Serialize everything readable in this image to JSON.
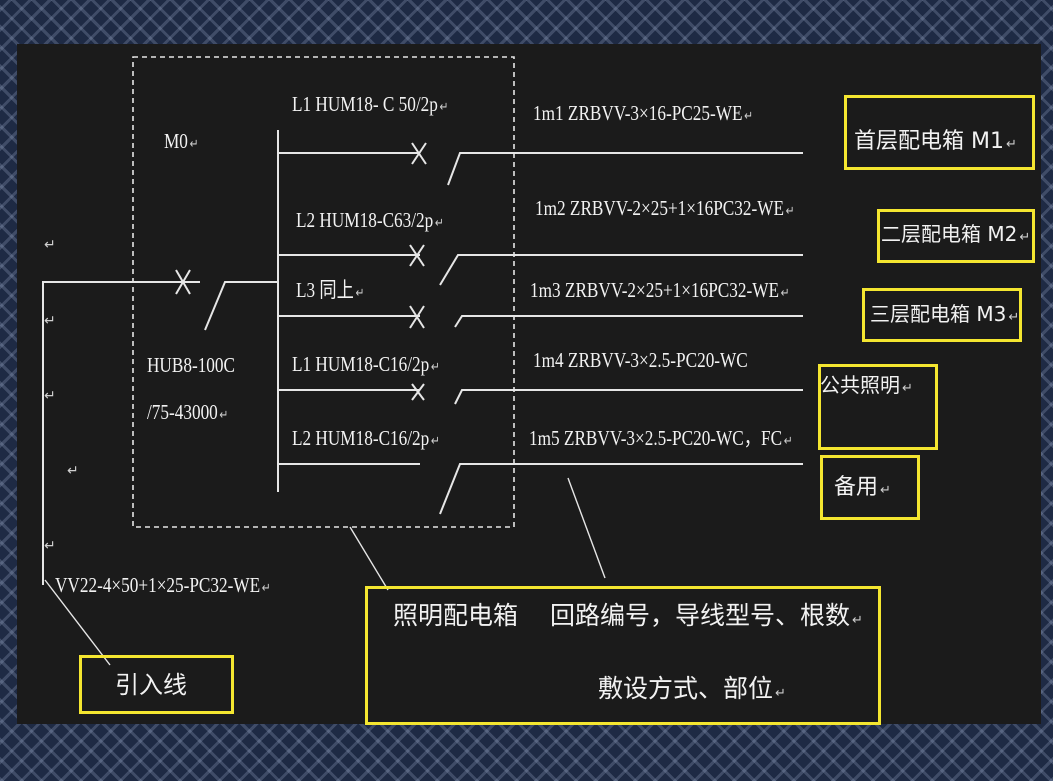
{
  "diagram": {
    "main_box_label": "M0",
    "breaker_model": "HUB8-100C",
    "breaker_rating": "/75-43000",
    "incoming_cable": "VV22-4×50+1×25-PC32-WE",
    "return_mark": "↵",
    "circuits": [
      {
        "breaker": "L1 HUM18- C 50/2p",
        "cable": "1m1 ZRBVV-3×16-PC25-WE",
        "destination": "首层配电箱 M1"
      },
      {
        "breaker": "L2 HUM18-C63/2p",
        "cable": "1m2 ZRBVV-2×25+1×16PC32-WE",
        "destination": "二层配电箱 M2"
      },
      {
        "breaker": "L3 同上",
        "cable": "1m3 ZRBVV-2×25+1×16PC32-WE",
        "destination": "三层配电箱 M3"
      },
      {
        "breaker": "L1 HUM18-C16/2p",
        "cable": "1m4 ZRBVV-3×2.5-PC20-WC",
        "destination": "公共照明"
      },
      {
        "breaker": "L2 HUM18-C16/2p",
        "cable": "1m5 ZRBVV-3×2.5-PC20-WC，FC",
        "destination": "备用"
      }
    ],
    "callouts": {
      "incoming_line": "引入线",
      "lighting_box": "照明配电箱",
      "circuit_info_line1": "回路编号，导线型号、根数",
      "circuit_info_line2": "敷设方式、部位"
    },
    "colors": {
      "background": "#1b1b1b",
      "line": "#e6e6e6",
      "highlight_box": "#f4e630",
      "text": "#f2f2f2"
    }
  }
}
